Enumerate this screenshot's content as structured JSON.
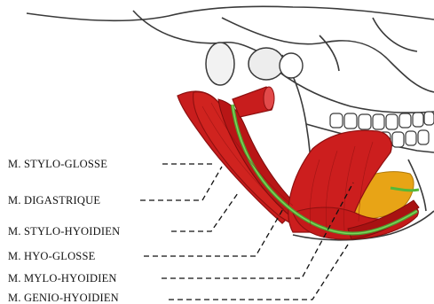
{
  "labels": [
    {
      "id": "stylo-glosse",
      "text": "M. STYLO-GLOSSE"
    },
    {
      "id": "digastrique",
      "text": "M. DIGASTRIQUE"
    },
    {
      "id": "stylo-hyoidien",
      "text": "M. STYLO-HYOIDIEN"
    },
    {
      "id": "hyo-glosse",
      "text": "M. HYO-GLOSSE"
    },
    {
      "id": "mylo-hyoidien",
      "text": "M. MYLO-HYOIDIEN"
    },
    {
      "id": "genio-hyoidien",
      "text": "M. GENIO-HYOIDIEN"
    }
  ],
  "colors": {
    "bone_outline": "#3a3a3a",
    "muscle": "#c81d1d",
    "muscle_dark": "#8e1010",
    "nerve": "#55b838",
    "tongue": "#e8a416",
    "teeth": "#ffffff"
  }
}
